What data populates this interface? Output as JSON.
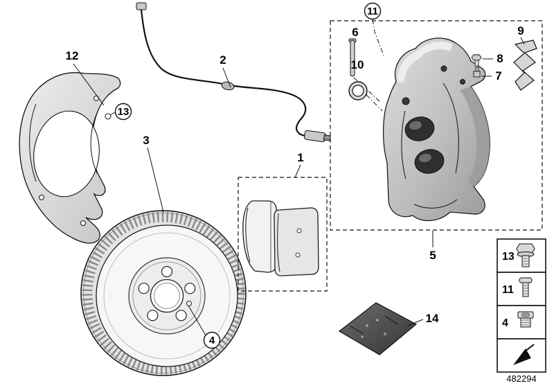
{
  "diagram": {
    "type": "parts-exploded-diagram",
    "subject": "front brake disc, caliper and pads",
    "colors": {
      "background": "#ffffff",
      "ink": "#111111",
      "metal_light": "#e8e8e8",
      "metal_dark": "#9a9a9a",
      "packet_dark": "#3a3a3a"
    },
    "callouts": {
      "c1": "1",
      "c2": "2",
      "c3": "3",
      "c4": "4",
      "c5": "5",
      "c6": "6",
      "c7": "7",
      "c8": "8",
      "c9": "9",
      "c10": "10",
      "c11": "11",
      "c12": "12",
      "c13": "13",
      "c14": "14"
    },
    "parts": {
      "p1": "brake-pads-set",
      "p2": "wear-sensor-cable",
      "p3": "brake-disc",
      "p4": "disc-retaining-screw",
      "p5": "brake-caliper",
      "p6": "guide-pin",
      "p7": "bleeder-valve",
      "p8": "vent-screw",
      "p9": "retaining-spring",
      "p10": "o-ring",
      "p11": "caliper-bolt",
      "p12": "dust-shield",
      "p13": "shield-bolt",
      "p14": "grease-packet"
    },
    "legend": {
      "rows": [
        {
          "label": "13",
          "icon": "flange-bolt-icon"
        },
        {
          "label": "11",
          "icon": "pan-head-screw-icon"
        },
        {
          "label": "4",
          "icon": "screw-plug-icon"
        },
        {
          "label": "",
          "icon": "direction-arrow-icon"
        }
      ]
    },
    "footer": {
      "drawing_number": "482294"
    }
  }
}
